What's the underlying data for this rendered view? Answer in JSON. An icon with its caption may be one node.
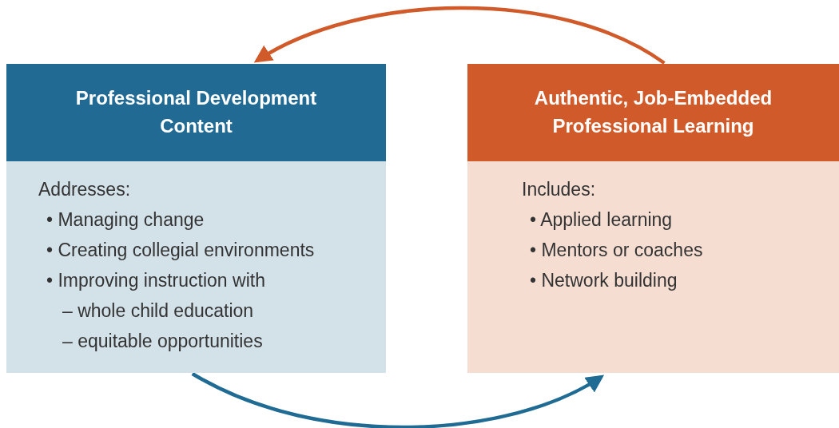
{
  "diagram": {
    "nodes": [
      {
        "text": [
          "Professional Development Content",
          "Addresses:",
          "• Managing change",
          "• Creating collegial environments",
          "• Improving instruction with",
          "– whole child education",
          "– equitable opportunities"
        ]
      },
      {
        "text": [
          "Authentic, Job-Embedded Professional Learning",
          "Includes:",
          "• Applied learning",
          "• Mentors or coaches",
          "• Network building"
        ]
      }
    ],
    "edges": [
      {
        "from": 1,
        "to": 0,
        "arrow": "to",
        "color": "#d05a2a"
      },
      {
        "from": 0,
        "to": 1,
        "arrow": "to",
        "color": "#1f6b94"
      }
    ]
  }
}
